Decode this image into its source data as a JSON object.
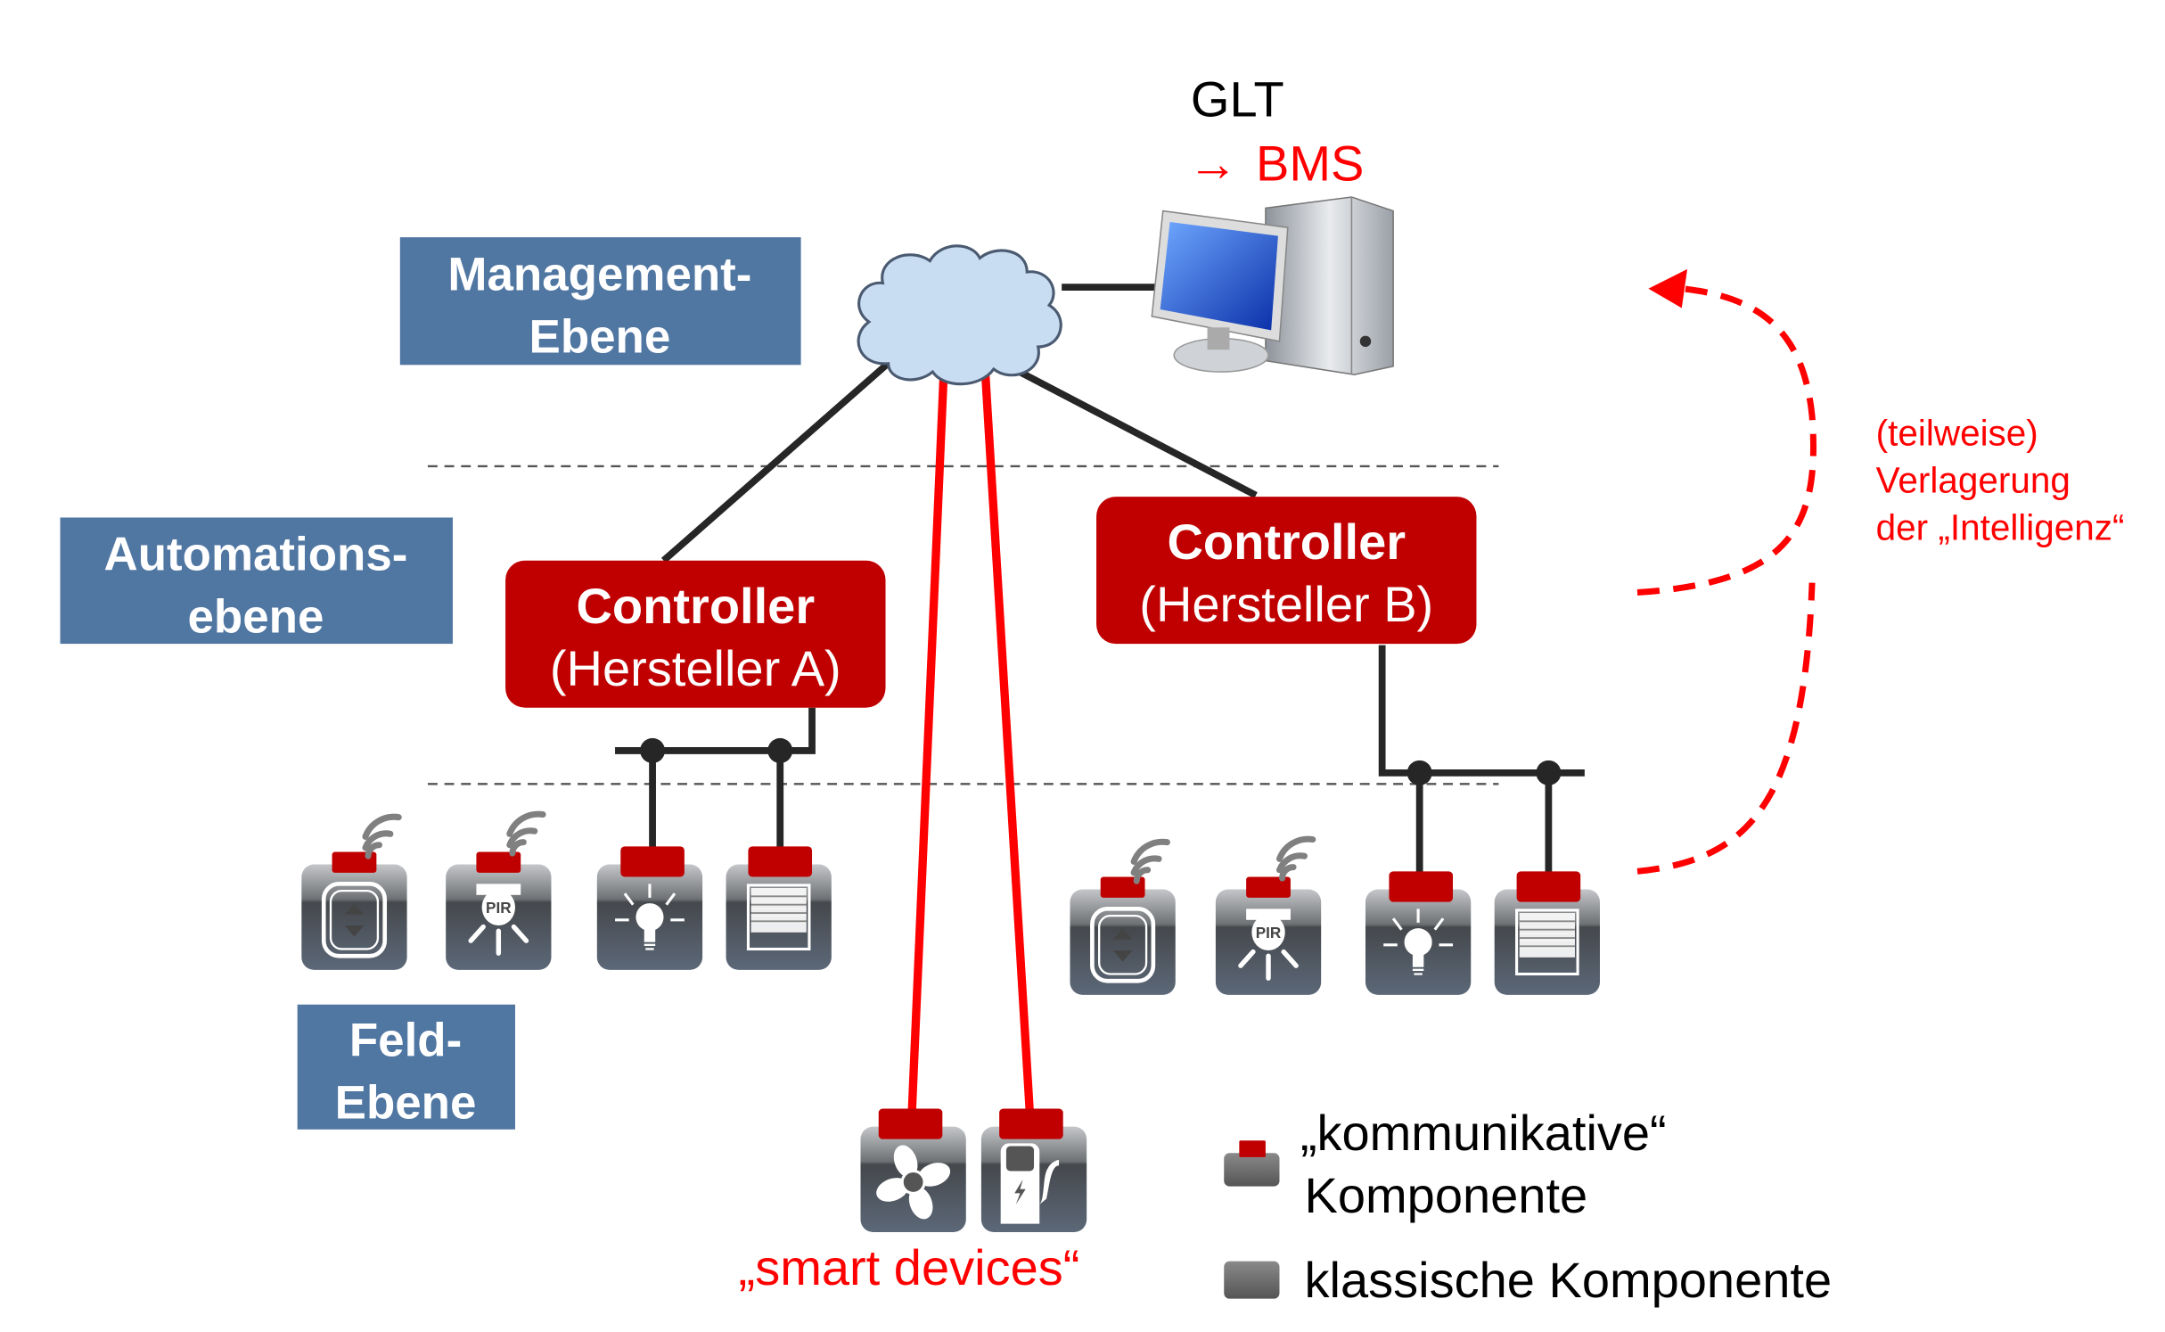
{
  "top": {
    "glt": "GLT",
    "arrow": "→",
    "bms": "BMS"
  },
  "levels": {
    "management": [
      "Management-",
      "Ebene"
    ],
    "automation": [
      "Automations-",
      "ebene"
    ],
    "field": [
      "Feld-",
      "Ebene"
    ]
  },
  "controllers": {
    "a": {
      "title": "Controller",
      "subtitle": "(Hersteller A)"
    },
    "b": {
      "title": "Controller",
      "subtitle": "(Hersteller B)"
    }
  },
  "shift_note": [
    "(teilweise)",
    "Verlagerung",
    "der „Intelligenz“"
  ],
  "smart_devices_label": "„smart devices“",
  "legend": {
    "communicative": [
      "„kommunikative“",
      "Komponente"
    ],
    "classic": "klassische Komponente"
  },
  "icons": {
    "cloud": "network-cloud-icon",
    "computer": "computer-workstation-icon",
    "devices_a": [
      "wireless-switch-icon",
      "wireless-pir-sensor-icon",
      "light-bulb-icon",
      "blind-shutter-icon"
    ],
    "devices_b": [
      "wireless-switch-icon",
      "wireless-pir-sensor-icon",
      "light-bulb-icon",
      "blind-shutter-icon"
    ],
    "smart": [
      "fan-icon",
      "ev-charger-icon"
    ]
  },
  "colors": {
    "level_box": "#5076a2",
    "controller": "#c00000",
    "accent_red": "#ff0000",
    "line": "#262626"
  }
}
